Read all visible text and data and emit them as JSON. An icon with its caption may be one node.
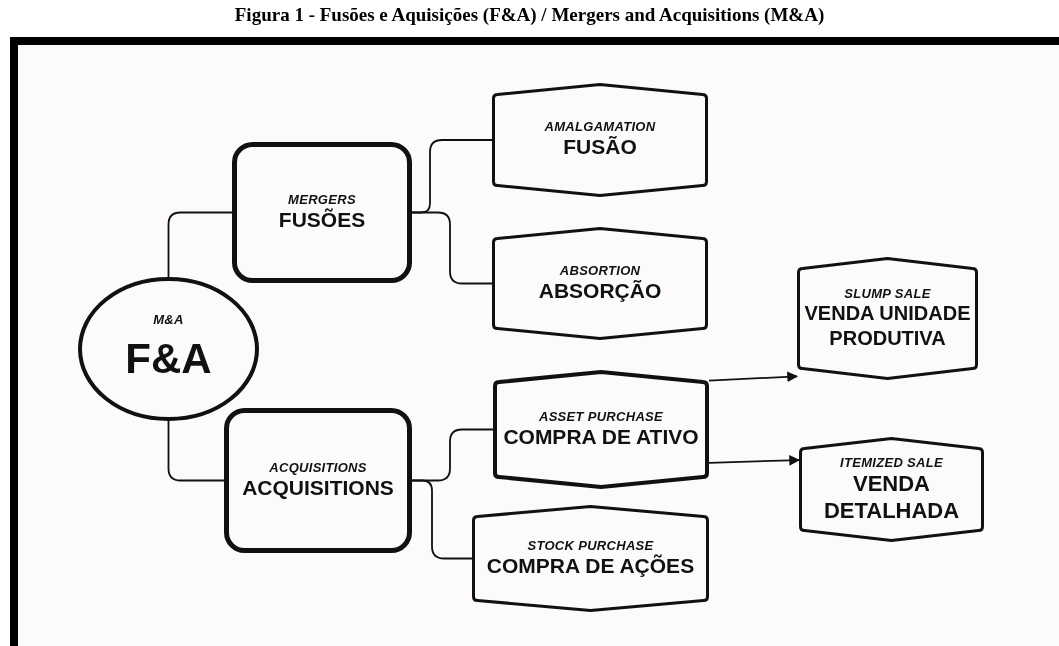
{
  "diagram": {
    "title": "Figura 1 - Fusões e Aquisições (F&A) / Mergers and Acquisitions (M&A)",
    "nodes": [
      {
        "text": [
          "M&A",
          "F&A"
        ]
      },
      {
        "text": [
          "MERGERS",
          "FUSÕES"
        ]
      },
      {
        "text": [
          "ACQUISITIONS",
          "ACQUISITIONS"
        ]
      },
      {
        "text": [
          "AMALGAMATION",
          "FUSÃO"
        ]
      },
      {
        "text": [
          "ABSORTION",
          "ABSORÇÃO"
        ]
      },
      {
        "text": [
          "ASSET PURCHASE",
          "COMPRA DE ATIVO"
        ]
      },
      {
        "text": [
          "STOCK PURCHASE",
          "COMPRA DE AÇÕES"
        ]
      },
      {
        "text": [
          "SLUMP SALE",
          "VENDA UNIDADE PRODUTIVA"
        ]
      },
      {
        "text": [
          "ITEMIZED SALE",
          "VENDA DETALHADA"
        ]
      }
    ],
    "edges": [
      {
        "from": 0,
        "to": 1,
        "arrow": "none"
      },
      {
        "from": 0,
        "to": 2,
        "arrow": "none"
      },
      {
        "from": 1,
        "to": 3,
        "arrow": "none"
      },
      {
        "from": 1,
        "to": 4,
        "arrow": "none"
      },
      {
        "from": 2,
        "to": 5,
        "arrow": "none"
      },
      {
        "from": 2,
        "to": 6,
        "arrow": "none"
      },
      {
        "from": 5,
        "to": 7,
        "arrow": "to"
      },
      {
        "from": 5,
        "to": 8,
        "arrow": "to"
      }
    ]
  }
}
